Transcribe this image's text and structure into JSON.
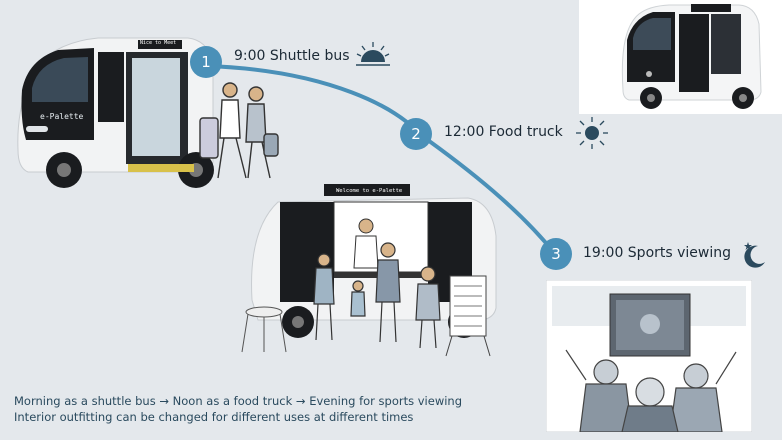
{
  "steps": [
    {
      "number": "1",
      "label": "9:00 Shuttle bus",
      "icon": "sunrise-icon"
    },
    {
      "number": "2",
      "label": "12:00  Food truck",
      "icon": "sun-icon"
    },
    {
      "number": "3",
      "label": "19:00 Sports viewing",
      "icon": "moon-icon"
    }
  ],
  "vehicle": {
    "side_text": "e-Palette",
    "sign_small": "Nice to Meet",
    "sign_truck": "Welcome to e-Palette"
  },
  "caption": {
    "line1": "Morning as a shuttle bus → Noon as a food truck → Evening for sports viewing",
    "line2": "Interior outfitting can be changed for different uses at different times"
  },
  "colors": {
    "background": "#e4e8ec",
    "accent": "#4a90b8",
    "text": "#1c2a36",
    "caption": "#2a4a5e"
  }
}
